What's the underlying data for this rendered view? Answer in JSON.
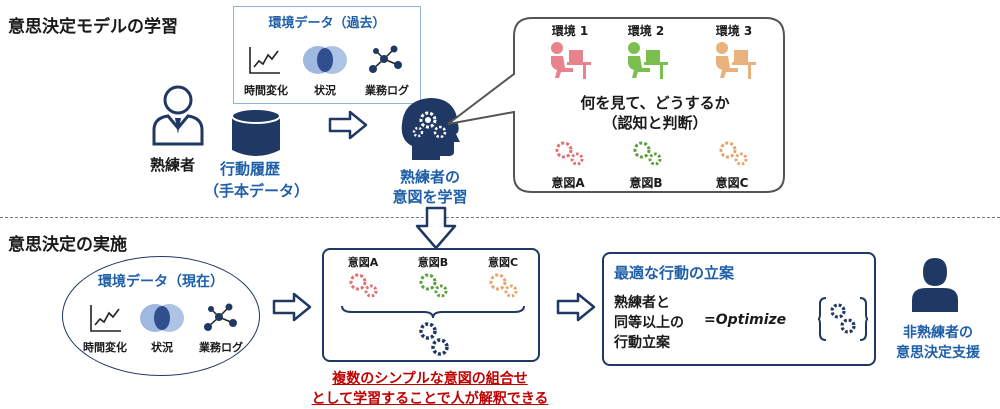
{
  "top": {
    "title": "意思決定モデルの学習",
    "env_past": {
      "title": "環境データ（過去）",
      "items": [
        "時間変化",
        "状況",
        "業務ログ"
      ]
    },
    "expert_label": "熟練者",
    "history_label_1": "行動履歴",
    "history_label_2": "（手本データ）",
    "learn_label_1": "熟練者の",
    "learn_label_2": "意図を学習",
    "bubble": {
      "envs": [
        "環境 1",
        "環境 2",
        "環境 3"
      ],
      "question_1": "何を見て、どうするか",
      "question_2": "（認知と判断）",
      "intents": [
        "意図A",
        "意図B",
        "意図C"
      ]
    }
  },
  "bottom": {
    "title": "意思決定の実施",
    "env_now": {
      "title": "環境データ（現在）",
      "items": [
        "時間変化",
        "状況",
        "業務ログ"
      ]
    },
    "intents": [
      "意図A",
      "意図B",
      "意図C"
    ],
    "note_1": "複数のシンプルな意図の組合せ",
    "note_2": "として学習することで人が解釈できる",
    "optimal": {
      "title": "最適な行動の立案",
      "text_1": "熟練者と",
      "text_2": "同等以上の",
      "text_3": "行動立案",
      "formula": "=Optimize"
    },
    "novice_label_1": "非熟練者の",
    "novice_label_2": "意思決定支援"
  },
  "colors": {
    "navy": "#1f3864",
    "blue": "#1f5fa8",
    "red": "#c00000",
    "gear_red": "#e07070",
    "gear_green": "#5aa03c",
    "gear_orange": "#e3a56a",
    "env_pink": "#e8828c",
    "env_green": "#7cbf4e",
    "env_tan": "#e7b27c"
  }
}
